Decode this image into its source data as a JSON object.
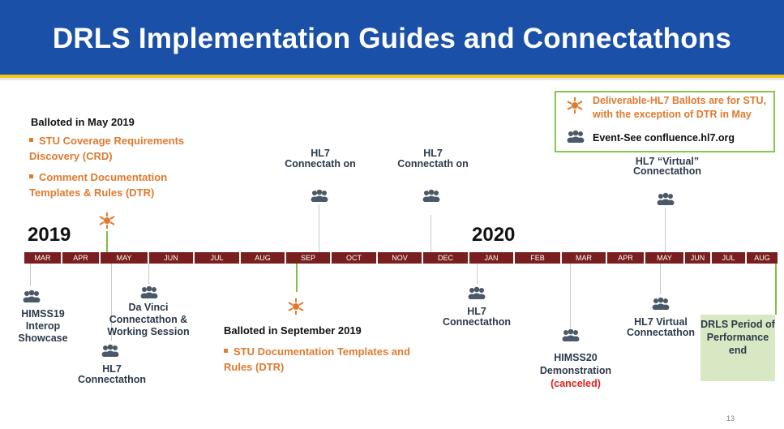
{
  "title": "DRLS Implementation Guides and Connectathons",
  "years": {
    "first": "2019",
    "second": "2020"
  },
  "months": [
    "MAR",
    "APR",
    "MAY",
    "JUN",
    "JUL",
    "AUG",
    "SEP",
    "OCT",
    "NOV",
    "DEC",
    "JAN",
    "FEB",
    "MAR",
    "APR",
    "MAY",
    "JUN",
    "JUL",
    "AUG"
  ],
  "balloted_may": {
    "heading": "Balloted in May 2019",
    "items": [
      "STU Coverage Requirements Discovery (CRD)",
      "Comment Documentation Templates & Rules (DTR)"
    ]
  },
  "balloted_sep": {
    "heading": "Balloted in September 2019",
    "items": [
      "STU Documentation Templates and Rules (DTR)"
    ]
  },
  "legend": {
    "deliverable": "Deliverable-HL7 Ballots are for STU, with the exception of DTR in May",
    "event": "Event-See confluence.hl7.org"
  },
  "events_above": {
    "sep": "HL7 Connectath on",
    "dec": "HL7 Connectath on",
    "may2020": "HL7 “Virtual” Connectathon"
  },
  "events_below": {
    "himss19": "HIMSS19 Interop Showcase",
    "davinci": "Da Vinci Connectathon & Working Session",
    "hl7_may": "HL7 Connectathon",
    "hl7_jan": "HL7 Connectathon",
    "himss20_a": "HIMSS20 Demonstration",
    "himss20_b": "(canceled)",
    "hl7_virtual": "HL7 Virtual Connectathon",
    "drls_end": "DRLS Period of Performance end"
  },
  "page_number": "13",
  "colors": {
    "title_bar": "#1b50a8",
    "accent_rule": "#f3c419",
    "timeline": "#7a1f1f",
    "orange": "#e07a2f",
    "green": "#86c64a",
    "canceled": "#e02020"
  },
  "icons": {
    "event": "people-icon",
    "deliverable": "star-burst-icon"
  }
}
